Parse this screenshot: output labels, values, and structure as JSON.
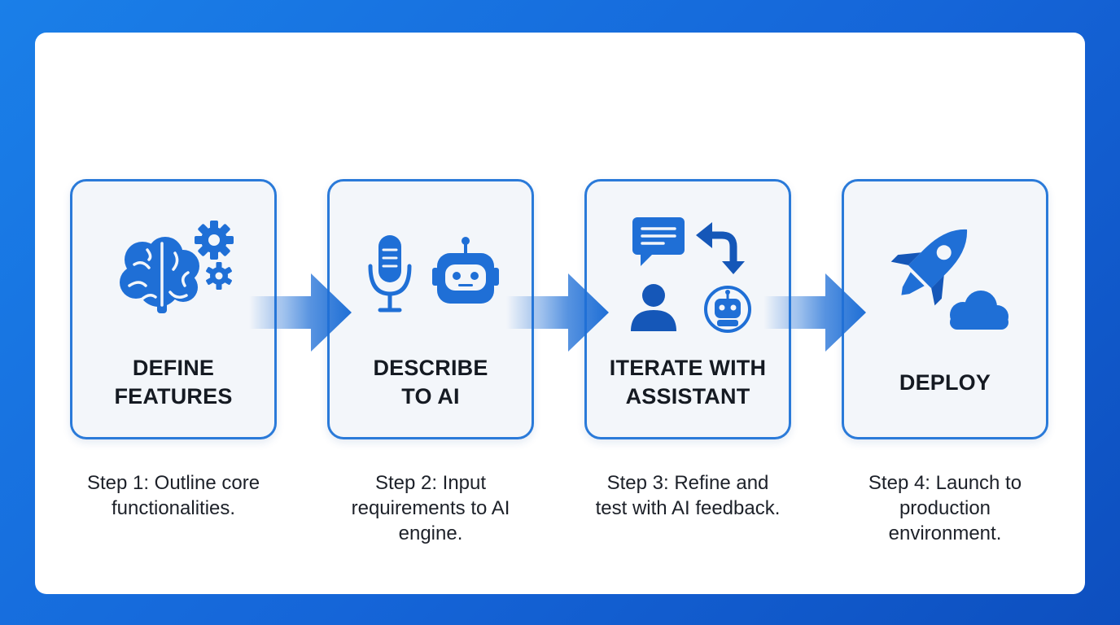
{
  "steps": [
    {
      "title_lines": [
        "DEFINE",
        "FEATURES"
      ],
      "caption_lines": [
        "Step 1: Outline core",
        "functionalities."
      ],
      "icons": [
        "brain-icon",
        "gear-icon"
      ]
    },
    {
      "title_lines": [
        "DESCRIBE",
        "TO AI"
      ],
      "caption_lines": [
        "Step 2: Input",
        "requirements to AI",
        "engine."
      ],
      "icons": [
        "microphone-icon",
        "robot-icon"
      ]
    },
    {
      "title_lines": [
        "ITERATE WITH",
        "ASSISTANT"
      ],
      "caption_lines": [
        "Step 3: Refine and",
        "test with AI feedback."
      ],
      "icons": [
        "chat-bubble-icon",
        "cycle-arrow-icon",
        "person-icon",
        "robot-avatar-icon"
      ]
    },
    {
      "title_lines": [
        "DEPLOY"
      ],
      "caption_lines": [
        "Step 4: Launch to",
        "production",
        "environment."
      ],
      "icons": [
        "rocket-icon",
        "cloud-icon"
      ]
    }
  ],
  "colors": {
    "accent": "#1f6fd6",
    "accent_dark": "#1557b8",
    "card_border": "#2a7ad9",
    "card_fill": "#f3f6fa",
    "background": "#1a7fe8"
  }
}
